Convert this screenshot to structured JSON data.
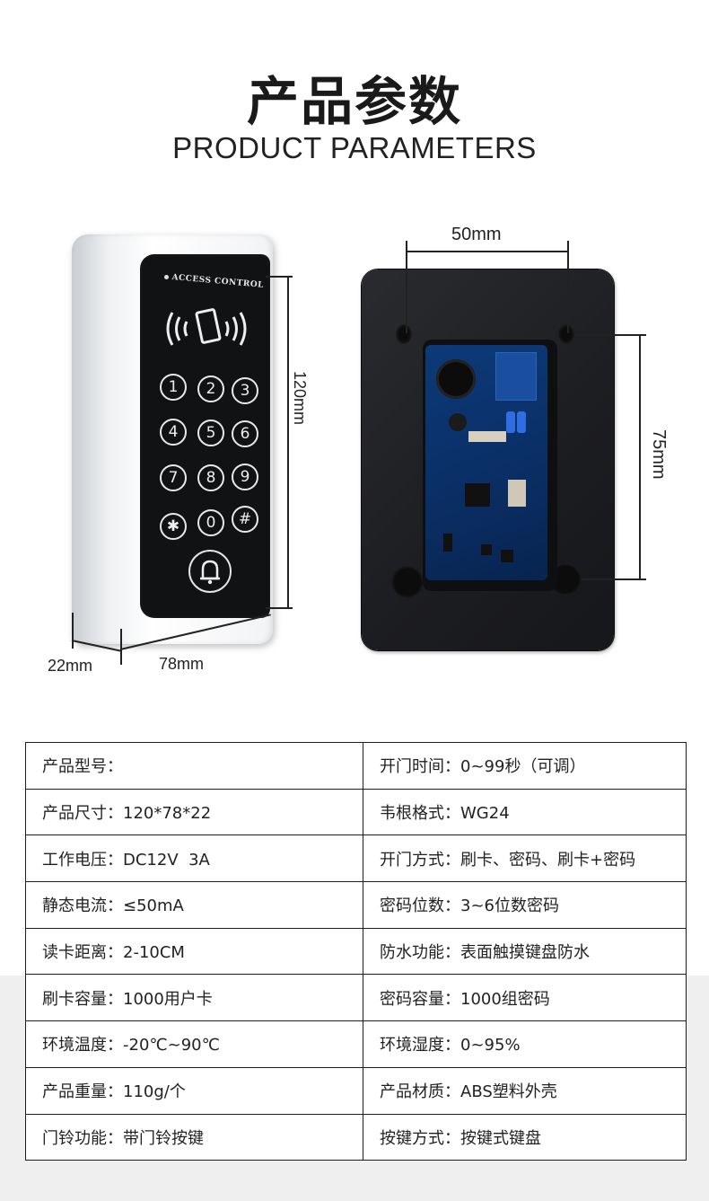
{
  "header": {
    "title_cn": "产品参数",
    "title_en": "PRODUCT PARAMETERS"
  },
  "front_device": {
    "label": "ACCESS CONTROL",
    "keys": [
      "1",
      "2",
      "3",
      "4",
      "5",
      "6",
      "7",
      "8",
      "9",
      "✱",
      "0",
      "#"
    ],
    "dims": {
      "height": "120mm",
      "width": "78mm",
      "depth": "22mm"
    }
  },
  "back_device": {
    "dims": {
      "hole_spacing_h": "50mm",
      "hole_spacing_v": "75mm"
    }
  },
  "colors": {
    "face": "#111214",
    "pcb": "#0c3a78",
    "border": "#1e1e1e",
    "band": "#efefef"
  },
  "specs": [
    {
      "left": "产品型号：",
      "right": "开门时间：0~99秒（可调）"
    },
    {
      "left": "产品尺寸：120*78*22",
      "right": "韦根格式：WG24"
    },
    {
      "left": "工作电压：DC12V  3A",
      "right": "开门方式：刷卡、密码、刷卡+密码"
    },
    {
      "left": "静态电流：≤50mA",
      "right": "密码位数：3~6位数密码"
    },
    {
      "left": "读卡距离：2-10CM",
      "right": "防水功能：表面触摸键盘防水"
    },
    {
      "left": "刷卡容量：1000用户卡",
      "right": "密码容量：1000组密码"
    },
    {
      "left": "环境温度：-20℃~90℃",
      "right": "环境湿度：0~95%"
    },
    {
      "left": "产品重量：110g/个",
      "right": "产品材质：ABS塑料外壳"
    },
    {
      "left": "门铃功能：带门铃按键",
      "right": "按键方式：按键式键盘"
    }
  ]
}
